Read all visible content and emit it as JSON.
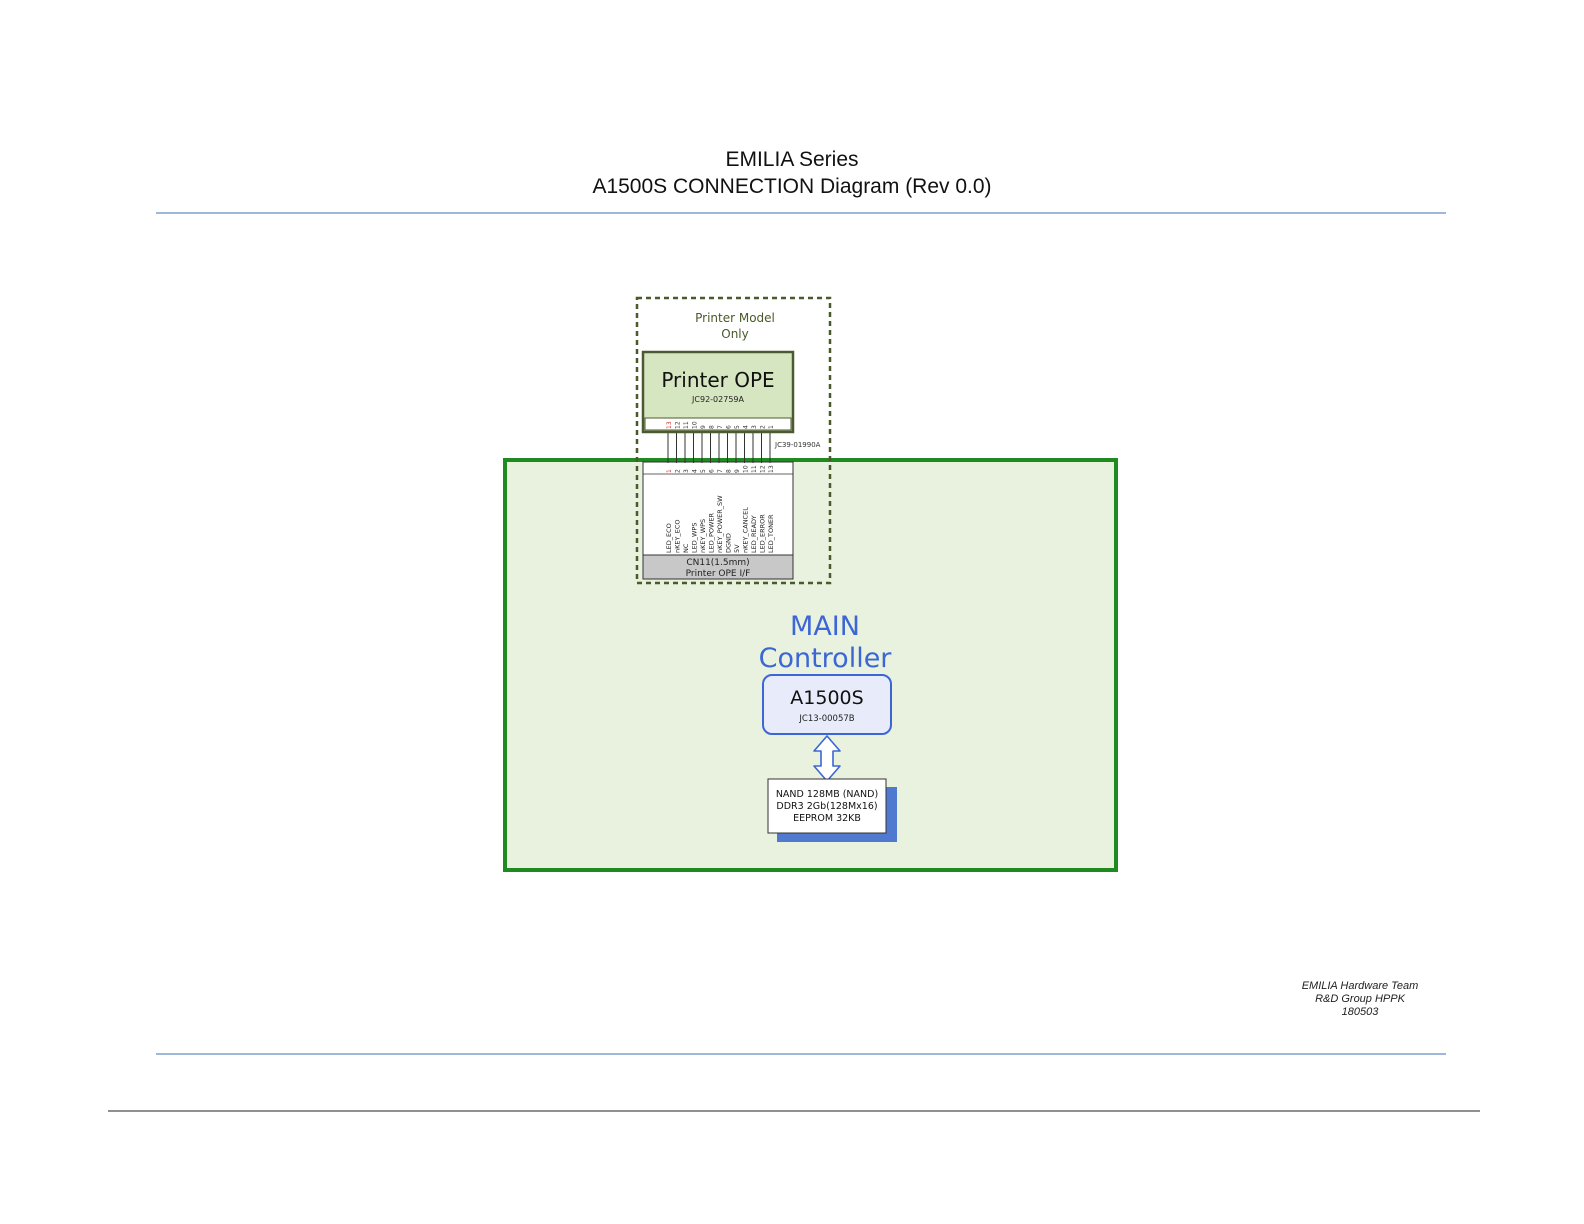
{
  "header": {
    "series": "EMILIA Series",
    "diagram_title": "A1500S CONNECTION Diagram (Rev 0.0)"
  },
  "colors": {
    "rule_blue": "#7f9fcf",
    "board_border": "#1f8a1f",
    "board_fill": "#e8f2df",
    "dashed_frame": "#4a5a2a",
    "ope_fill": "#d6e6c0",
    "ope_border": "#4b5a30",
    "controller_blue": "#3c66d6",
    "memory_shadow": "#4f7ad0",
    "connector_label_fill": "#c8c8c8"
  },
  "printer_ope": {
    "note_line1": "Printer Model",
    "note_line2": "Only",
    "name": "Printer OPE",
    "part": "JC92-02759A",
    "top_pins": [
      "13",
      "12",
      "11",
      "10",
      "9",
      "8",
      "7",
      "6",
      "5",
      "4",
      "3",
      "2",
      "1"
    ],
    "cable_part": "JC39-01990A"
  },
  "connector": {
    "pins": [
      "1",
      "2",
      "3",
      "4",
      "5",
      "6",
      "7",
      "8",
      "9",
      "10",
      "11",
      "12",
      "13"
    ],
    "signals": [
      "LED_ECO",
      "nKEY_ECO",
      "NC",
      "LED_WPS",
      "nKEY_WPS",
      "LED_POWER",
      "nKEY_POWER_SW",
      "DGND",
      "5V",
      "nKEY_CANCEL",
      "LED_READY",
      "LED_ERROR",
      "LED_TONER"
    ],
    "name": "CN11(1.5mm)",
    "description": "Printer OPE I/F"
  },
  "main": {
    "line1": "MAIN",
    "line2": "Controller",
    "chip_name": "A1500S",
    "chip_part": "JC13-00057B"
  },
  "memory": {
    "line1": "NAND 128MB (NAND)",
    "line2": "DDR3 2Gb(128Mx16)",
    "line3": "EEPROM 32KB"
  },
  "footer": {
    "team": "EMILIA Hardware Team",
    "group": "R&D Group HPPK",
    "date": "180503"
  }
}
